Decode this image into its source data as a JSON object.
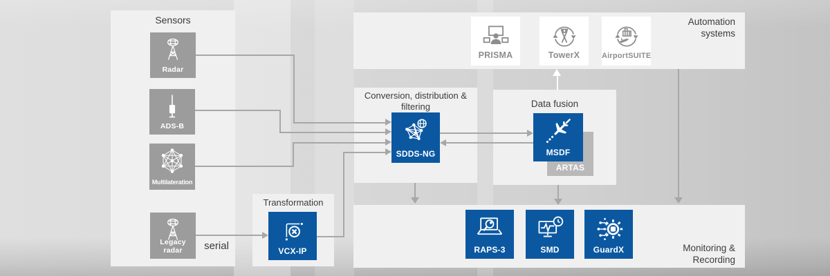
{
  "colors": {
    "accent_blue": "#0b58a1",
    "sensor_box_gray": "#9c9c9c",
    "artas_gray": "#b9b9b9",
    "line_gray": "#a7a7a7",
    "panel_bg": "#f0f0f0",
    "white_box_label_gray": "#8d8d8d",
    "title_dark": "#3b3b3b"
  },
  "panels": {
    "sensors": {
      "title": "Sensors"
    },
    "transformation": {
      "title": "Transformation"
    },
    "conversion": {
      "title": "Conversion, distribution &",
      "title2": "filtering"
    },
    "data_fusion": {
      "title": "Data fusion"
    },
    "automation": {
      "title": "Automation",
      "title2": "systems"
    },
    "monitoring": {
      "title": "Monitoring &",
      "title2": "Recording"
    }
  },
  "nodes": {
    "radar": {
      "label": "Radar",
      "icon": "radar-tower-icon"
    },
    "adsb": {
      "label": "ADS-B",
      "icon": "antenna-icon"
    },
    "multilateration": {
      "label": "Multilateration",
      "icon": "mesh-network-icon"
    },
    "legacy_radar": {
      "label": "Legacy radar",
      "icon": "radar-tower-icon"
    },
    "vcx": {
      "label": "VCX-IP",
      "icon": "transform-axes-icon"
    },
    "sdds": {
      "label": "SDDS-NG",
      "icon": "network-globe-icon"
    },
    "msdf": {
      "label": "MSDF",
      "icon": "airplane-trail-icon"
    },
    "artas": {
      "label": "ARTAS"
    },
    "prisma": {
      "label": "PRISMA",
      "icon": "operator-display-icon"
    },
    "towerx": {
      "label": "TowerX",
      "icon": "tower-cycle-icon"
    },
    "airportsuite": {
      "label": "AirportSUITE",
      "icon": "airport-cycle-icon"
    },
    "raps3": {
      "label": "RAPS-3",
      "icon": "laptop-magnifier-icon"
    },
    "smd": {
      "label": "SMD",
      "icon": "monitor-pulse-clock-icon"
    },
    "guardx": {
      "label": "GuardX",
      "icon": "gear-circuit-icon"
    }
  },
  "annotations": {
    "serial_label": "serial"
  }
}
